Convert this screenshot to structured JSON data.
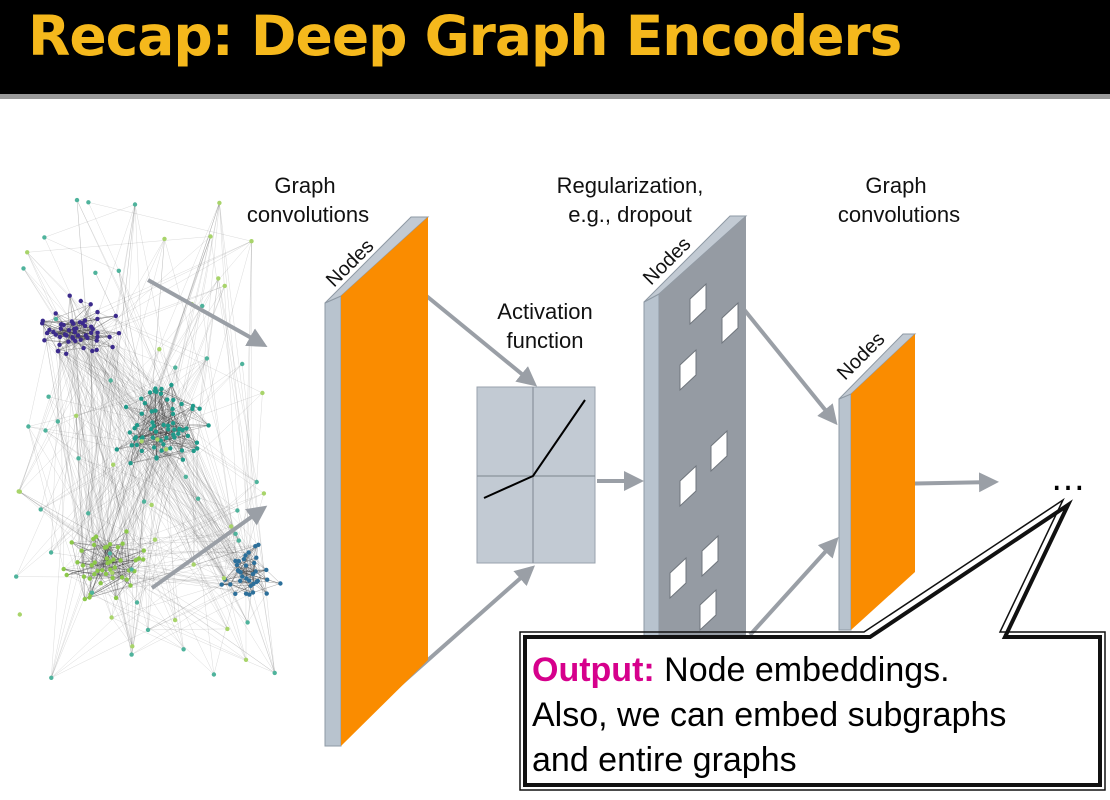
{
  "slide": {
    "title": "Recap: Deep Graph Encoders"
  },
  "diagram": {
    "label_conv1_line1": "Graph",
    "label_conv1_line2": "convolutions",
    "label_activation_line1": "Activation",
    "label_activation_line2": "function",
    "label_reg_line1": "Regularization,",
    "label_reg_line2": "e.g., dropout",
    "label_conv2_line1": "Graph",
    "label_conv2_line2": "convolutions",
    "nodes_label": "Nodes",
    "ellipsis": "…",
    "colors": {
      "layer_orange": "#fa8c00",
      "panel_gray": "#959ba3",
      "panel_light": "#c2cad3",
      "arrow_gray": "#9a9fa6",
      "title_gold": "#f5b81c",
      "output_magenta": "#d6008c"
    }
  },
  "callout": {
    "keyword": "Output:",
    "line1_rest": " Node embeddings.",
    "line2": "Also, we can embed subgraphs",
    "line3": "and entire graphs"
  }
}
